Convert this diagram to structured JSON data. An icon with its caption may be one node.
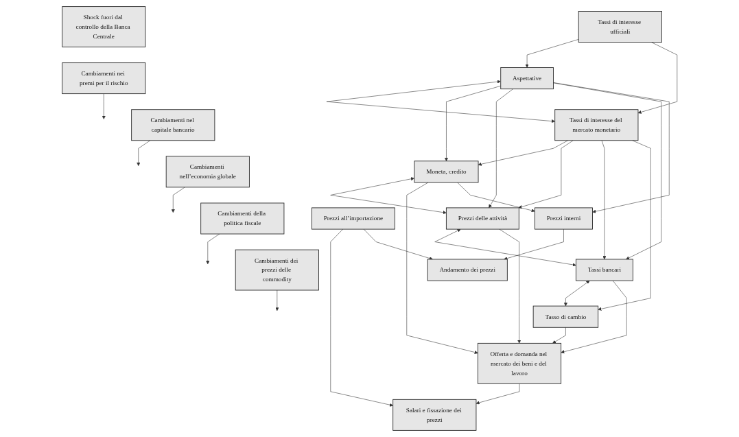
{
  "diagram": {
    "nodes": [
      {
        "text": [
          "Tassi di interesse ufficiali"
        ]
      },
      {
        "text": [
          "Aspettative"
        ]
      },
      {
        "text": [
          "Tassi di interesse del mercato monetario"
        ]
      },
      {
        "text": [
          "Moneta, credito"
        ]
      },
      {
        "text": [
          "Prezzi delle attività"
        ]
      },
      {
        "text": [
          "Tassi bancari"
        ]
      },
      {
        "text": [
          "Tasso di cambio"
        ]
      },
      {
        "text": [
          "Offerta e domanda nel mercato dei beni e del lavoro"
        ]
      },
      {
        "text": [
          "Salari e fissazione dei prezzi"
        ]
      },
      {
        "text": [
          "Prezzi interni"
        ]
      },
      {
        "text": [
          "Andamento dei prezzi"
        ]
      },
      {
        "text": [
          "Prezzi all’importazione"
        ]
      },
      {
        "text": [
          "Shock fuori dal controllo della Banca Centrale"
        ]
      },
      {
        "text": [
          "Cambiamenti nei premi per il rischio"
        ]
      },
      {
        "text": [
          "Cambiamenti nel capitale bancario"
        ]
      },
      {
        "text": [
          "Cambiamenti nell’economia globale"
        ]
      },
      {
        "text": [
          "Cambiamenti della politica fiscale"
        ]
      },
      {
        "text": [
          "Cambiamenti dei prezzi delle commodity"
        ]
      }
    ],
    "edges": [
      {
        "from": 0,
        "to": 1,
        "arrow": "to"
      },
      {
        "from": 0,
        "to": 2,
        "arrow": "to"
      },
      {
        "from": 1,
        "to": 2,
        "arrow": "both"
      },
      {
        "from": 1,
        "to": 3,
        "arrow": "to"
      },
      {
        "from": 1,
        "to": 4,
        "arrow": "to"
      },
      {
        "from": 1,
        "to": 5,
        "arrow": "to"
      },
      {
        "from": 2,
        "to": 3,
        "arrow": "to"
      },
      {
        "from": 2,
        "to": 4,
        "arrow": "to"
      },
      {
        "from": 2,
        "to": 5,
        "arrow": "to"
      },
      {
        "from": 2,
        "to": 6,
        "arrow": "to"
      },
      {
        "from": 1,
        "to": 9,
        "arrow": "to"
      },
      {
        "from": 3,
        "to": 4,
        "arrow": "both"
      },
      {
        "from": 4,
        "to": 5,
        "arrow": "both"
      },
      {
        "from": 5,
        "to": 6,
        "arrow": "both"
      },
      {
        "from": 3,
        "to": 7,
        "arrow": "to"
      },
      {
        "from": 4,
        "to": 7,
        "arrow": "to"
      },
      {
        "from": 5,
        "to": 7,
        "arrow": "to"
      },
      {
        "from": 6,
        "to": 7,
        "arrow": "to"
      },
      {
        "from": 7,
        "to": 8,
        "arrow": "to"
      },
      {
        "from": 3,
        "to": 9,
        "arrow": "to"
      },
      {
        "from": 11,
        "to": 8,
        "arrow": "to"
      },
      {
        "from": 9,
        "to": 10,
        "arrow": "to"
      },
      {
        "from": 11,
        "to": 10,
        "arrow": "to"
      },
      {
        "from": 13,
        "to": null,
        "arrow": "to"
      },
      {
        "from": 14,
        "to": null,
        "arrow": "to"
      },
      {
        "from": 15,
        "to": null,
        "arrow": "to"
      },
      {
        "from": 16,
        "to": null,
        "arrow": "to"
      },
      {
        "from": 17,
        "to": null,
        "arrow": "to"
      }
    ]
  }
}
